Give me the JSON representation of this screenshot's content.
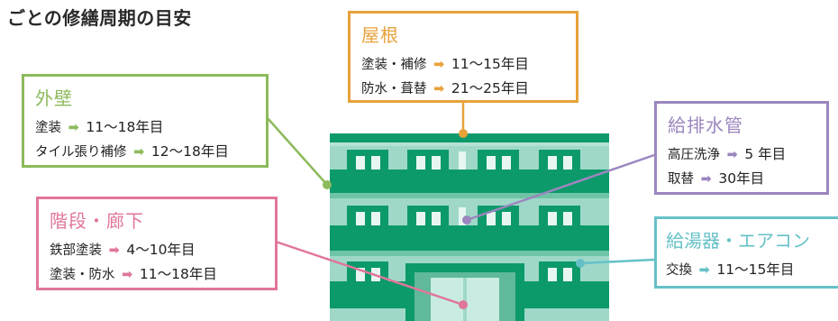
{
  "title": "ごとの修繕周期の目安",
  "colors": {
    "roof": "#e8a23a",
    "wall": "#8dba5c",
    "stairs": "#e0769a",
    "plumbing": "#9b86bf",
    "water_heater": "#66c1c7",
    "building_dark": "#0c9a6b",
    "building_light": "#9fd8c8"
  },
  "parts": {
    "roof": {
      "name": "屋根",
      "items": [
        {
          "label": "塗装・補修",
          "arrow": "➡",
          "period": "11〜15年目"
        },
        {
          "label": "防水・葺替",
          "arrow": "➡",
          "period": "21〜25年目"
        }
      ]
    },
    "wall": {
      "name": "外壁",
      "items": [
        {
          "label": "塗装",
          "arrow": "➡",
          "period": "11〜18年目"
        },
        {
          "label": "タイル張り補修",
          "arrow": "➡",
          "period": "12〜18年目"
        }
      ]
    },
    "stairs": {
      "name": "階段・廊下",
      "items": [
        {
          "label": "鉄部塗装",
          "arrow": "➡",
          "period": "4〜10年目"
        },
        {
          "label": "塗装・防水",
          "arrow": "➡",
          "period": "11〜18年目"
        }
      ]
    },
    "plumbing": {
      "name": "給排水管",
      "items": [
        {
          "label": "高圧洗浄",
          "arrow": "➡",
          "period": "5 年目"
        },
        {
          "label": "取替",
          "arrow": "➡",
          "period": "30年目"
        }
      ]
    },
    "water_heater": {
      "name": "給湯器・エアコン",
      "items": [
        {
          "label": "交換",
          "arrow": "➡",
          "period": "11〜15年目"
        }
      ]
    }
  }
}
